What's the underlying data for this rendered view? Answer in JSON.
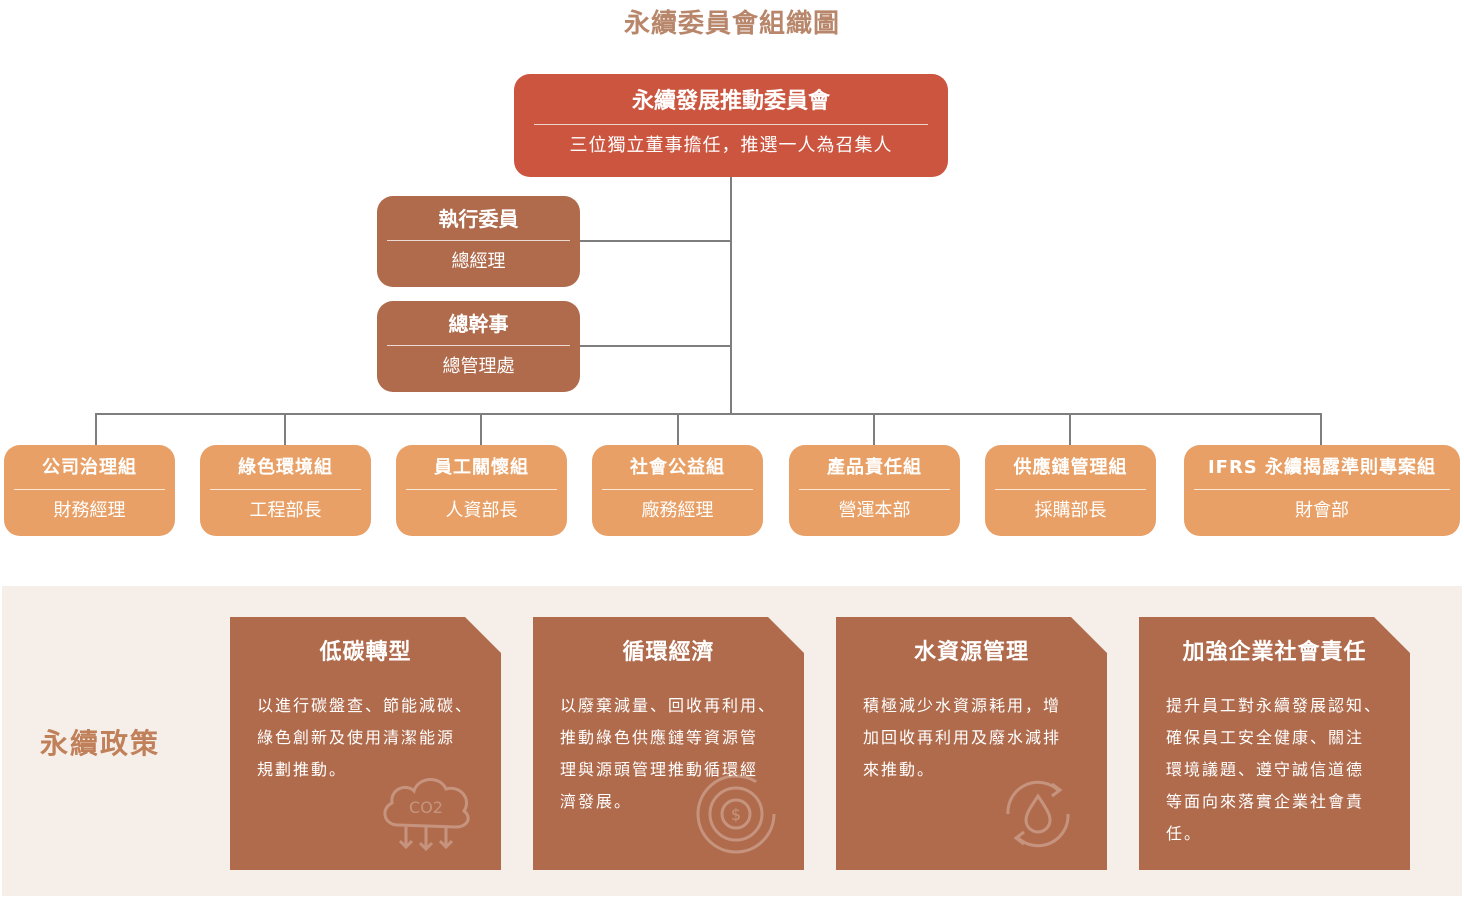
{
  "title": "永續委員會組織圖",
  "committee": {
    "name": "永續發展推動委員會",
    "desc": "三位獨立董事擔任，推選一人為召集人"
  },
  "executive": {
    "name": "執行委員",
    "holder": "總經理"
  },
  "secretary": {
    "name": "總幹事",
    "holder": "總管理處"
  },
  "groups": [
    {
      "name": "公司治理組",
      "holder": "財務經理"
    },
    {
      "name": "綠色環境組",
      "holder": "工程部長"
    },
    {
      "name": "員工關懷組",
      "holder": "人資部長"
    },
    {
      "name": "社會公益組",
      "holder": "廠務經理"
    },
    {
      "name": "產品責任組",
      "holder": "營運本部"
    },
    {
      "name": "供應鏈管理組",
      "holder": "採購部長"
    },
    {
      "name": "IFRS 永續揭露準則專案組",
      "holder": "財會部"
    }
  ],
  "policy": {
    "label": "永續政策",
    "cards": [
      {
        "title": "低碳轉型",
        "lines": [
          "以進行碳盤查、節能減碳、",
          "綠色創新及使用清潔能源",
          "規劃推動。"
        ],
        "icon": "co2-cloud-icon",
        "icon_text": "CO2"
      },
      {
        "title": "循環經濟",
        "lines": [
          "以廢棄減量、回收再利用、",
          "推動綠色供應鏈等資源管",
          "理與源頭管理推動循環經",
          "濟發展。"
        ],
        "icon": "recycle-coin-icon",
        "icon_text": "$"
      },
      {
        "title": "水資源管理",
        "lines": [
          "積極減少水資源耗用，增",
          "加回收再利用及廢水減排",
          "來推動。"
        ],
        "icon": "water-cycle-icon"
      },
      {
        "title": "加強企業社會責任",
        "lines": [
          "提升員工對永續發展認知、",
          "確保員工安全健康、關注",
          "環境議題、遵守誠信道德",
          "等面向來落實企業社會責",
          "任。"
        ],
        "icon": "none"
      }
    ]
  },
  "colors": {
    "committee": "#cc5540",
    "officer": "#b06b4c",
    "group": "#e8a066",
    "title": "#b8866a",
    "band": "#f6eee9"
  }
}
